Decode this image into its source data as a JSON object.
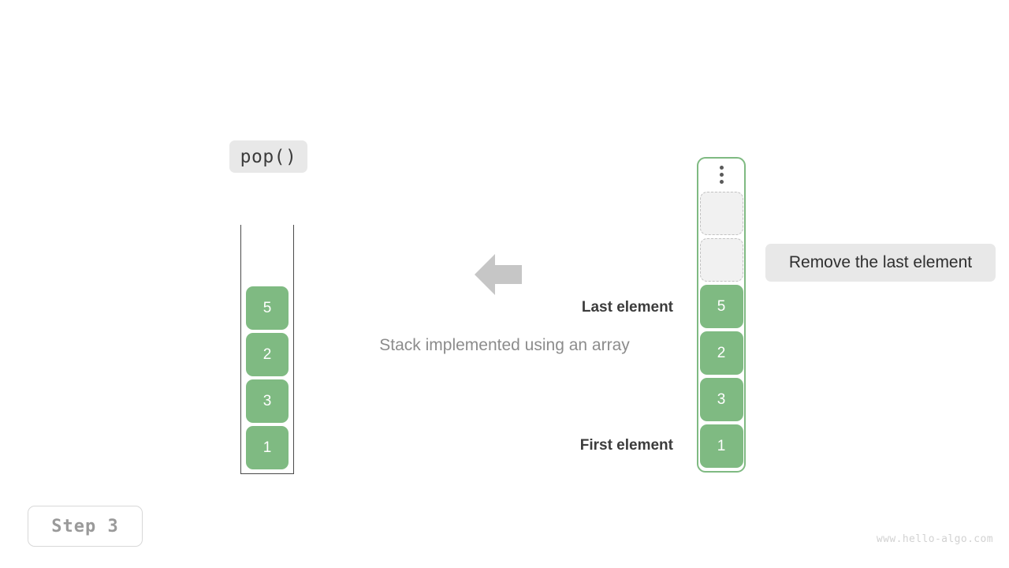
{
  "operation": {
    "label": "pop()"
  },
  "left_stack": {
    "name": "stack-container",
    "cells": [
      "5",
      "2",
      "3",
      "1"
    ]
  },
  "right_array": {
    "name": "array-container",
    "ellipsis_icon": "vertical-ellipsis-icon",
    "empty_slots": 2,
    "cells": [
      "5",
      "2",
      "3",
      "1"
    ]
  },
  "arrow": {
    "icon": "arrow-left-icon",
    "color": "#c6c6c6"
  },
  "captions": {
    "center": "Stack implemented using an array",
    "last_element": "Last element",
    "first_element": "First element"
  },
  "annotation": {
    "text": "Remove the last element"
  },
  "step": {
    "label": "Step 3"
  },
  "watermark": {
    "text": "www.hello-algo.com"
  },
  "colors": {
    "cell_green": "#7fba82",
    "container_border": "#4a4a4a",
    "array_border": "#7fba82",
    "chip_bg": "#e8e8e8",
    "muted_text": "#8c8c8c"
  }
}
